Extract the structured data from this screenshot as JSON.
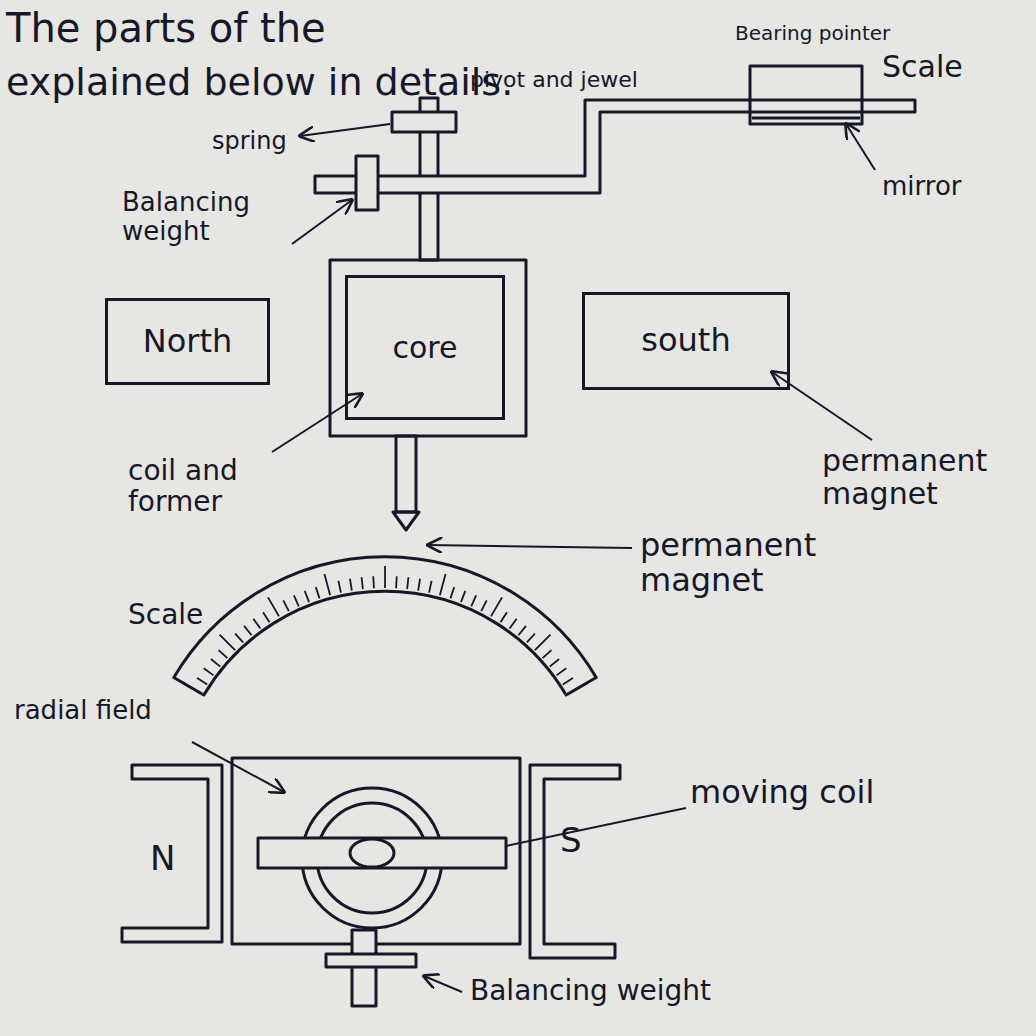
{
  "diagram": {
    "nodes": [
      {
        "text": [
          "North"
        ]
      },
      {
        "text": [
          "core"
        ]
      },
      {
        "text": [
          "south"
        ]
      }
    ],
    "labels": [
      "The parts of the",
      "explained below in details.",
      "Bearing pointer",
      "Scale",
      "pivot and jewel",
      "spring",
      "Balancing weight",
      "mirror",
      "permanent magnet",
      "coil and former",
      "permanent magnet",
      "Scale",
      "radial field",
      "moving coil",
      "N",
      "S",
      "Balancing weight"
    ]
  }
}
